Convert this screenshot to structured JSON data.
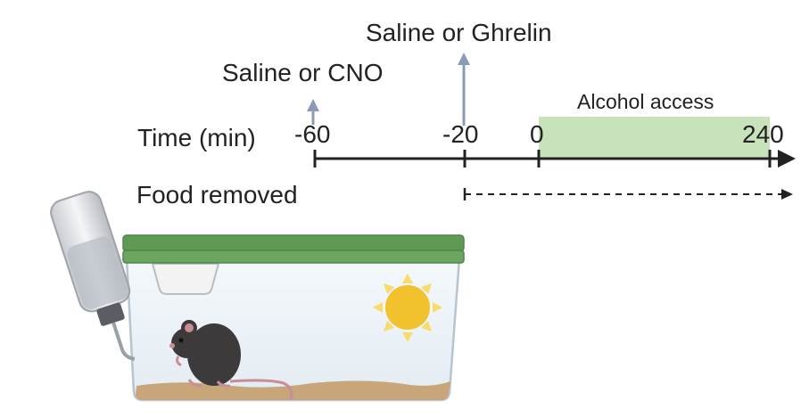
{
  "labels": {
    "time_axis": "Time (min)",
    "food_removed": "Food removed",
    "alcohol_access": "Alcohol access",
    "injection_1": "Saline or CNO",
    "injection_2": "Saline or Ghrelin"
  },
  "ticks": [
    "-60",
    "-20",
    "0",
    "240"
  ],
  "colors": {
    "axis": "#222222",
    "arrow": "#8a9bb8",
    "alcohol_band": "#c8e3bb",
    "lid": "#5f9a55",
    "sun": "#f2c12e",
    "mouse": "#3c3a3a",
    "bedding": "#c9a67a"
  },
  "icons": [
    "water-bottle-icon",
    "cage-icon",
    "mouse-icon",
    "sun-icon"
  ]
}
